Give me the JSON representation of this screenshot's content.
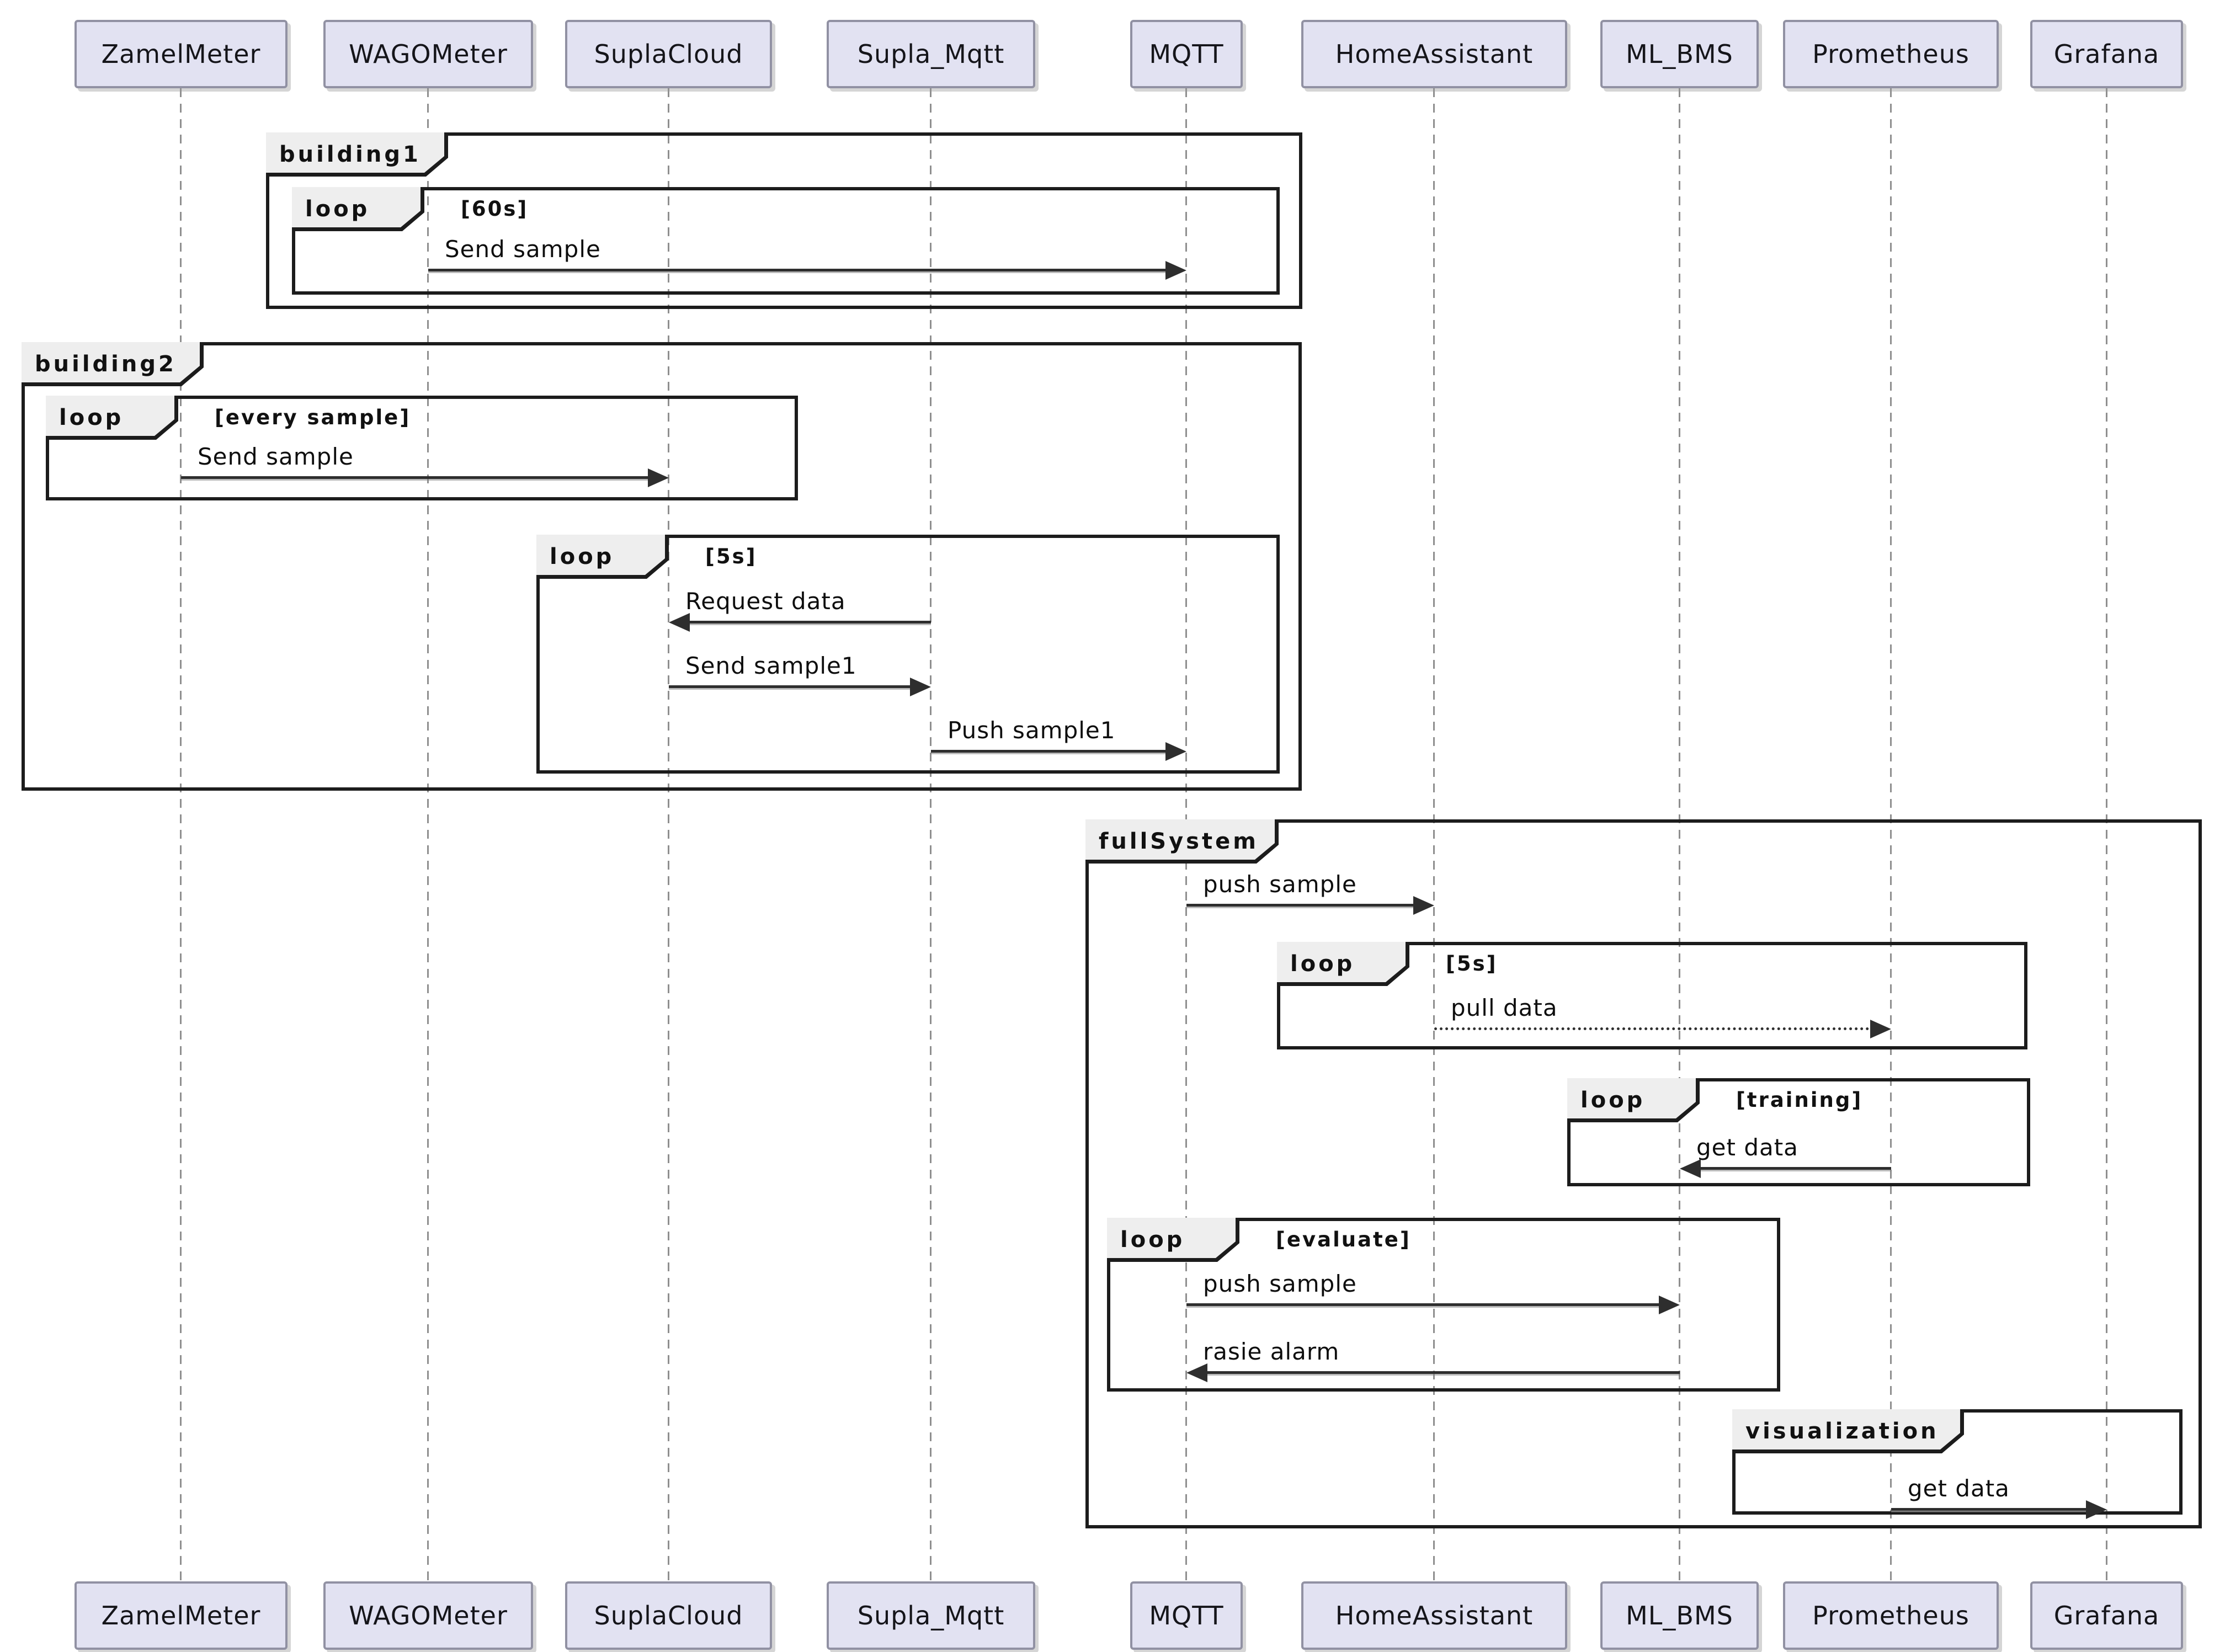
{
  "colors": {
    "background": "#ffffff",
    "participant_fill": "#e2e2f2",
    "participant_border": "#9191a3",
    "frame_border": "#1c1c1c",
    "tab_fill": "#eeeeee",
    "line": "#2e2e2e",
    "lifeline": "#8f8f8f",
    "text": "#121212"
  },
  "participants": [
    "ZamelMeter",
    "WAGOMeter",
    "SuplaCloud",
    "Supla_Mqtt",
    "MQTT",
    "HomeAssistant",
    "ML_BMS",
    "Prometheus",
    "Grafana"
  ],
  "frames": [
    {
      "label": "building1",
      "condition": ""
    },
    {
      "label": "loop",
      "condition": "[60s]"
    },
    {
      "label": "building2",
      "condition": ""
    },
    {
      "label": "loop",
      "condition": "[every sample]"
    },
    {
      "label": "loop",
      "condition": "[5s]"
    },
    {
      "label": "fullSystem",
      "condition": ""
    },
    {
      "label": "loop",
      "condition": "[5s]"
    },
    {
      "label": "loop",
      "condition": "[training]"
    },
    {
      "label": "loop",
      "condition": "[evaluate]"
    },
    {
      "label": "visualization",
      "condition": ""
    }
  ],
  "messages": [
    {
      "text": "Send sample",
      "from": "WAGOMeter",
      "to": "MQTT",
      "line": "solid",
      "direction": "right"
    },
    {
      "text": "Send sample",
      "from": "ZamelMeter",
      "to": "SuplaCloud",
      "line": "solid",
      "direction": "right"
    },
    {
      "text": "Request data",
      "from": "Supla_Mqtt",
      "to": "SuplaCloud",
      "line": "solid",
      "direction": "left"
    },
    {
      "text": "Send sample1",
      "from": "SuplaCloud",
      "to": "Supla_Mqtt",
      "line": "solid",
      "direction": "right"
    },
    {
      "text": "Push sample1",
      "from": "Supla_Mqtt",
      "to": "MQTT",
      "line": "solid",
      "direction": "right"
    },
    {
      "text": "push sample",
      "from": "MQTT",
      "to": "HomeAssistant",
      "line": "solid",
      "direction": "right"
    },
    {
      "text": "pull data",
      "from": "HomeAssistant",
      "to": "Prometheus",
      "line": "dotted",
      "direction": "right"
    },
    {
      "text": "get data",
      "from": "Prometheus",
      "to": "ML_BMS",
      "line": "solid",
      "direction": "left"
    },
    {
      "text": "push sample",
      "from": "MQTT",
      "to": "ML_BMS",
      "line": "solid",
      "direction": "right"
    },
    {
      "text": "rasie alarm",
      "from": "ML_BMS",
      "to": "MQTT",
      "line": "solid",
      "direction": "left"
    },
    {
      "text": "get data",
      "from": "Prometheus",
      "to": "Grafana",
      "line": "solid",
      "direction": "right"
    }
  ]
}
